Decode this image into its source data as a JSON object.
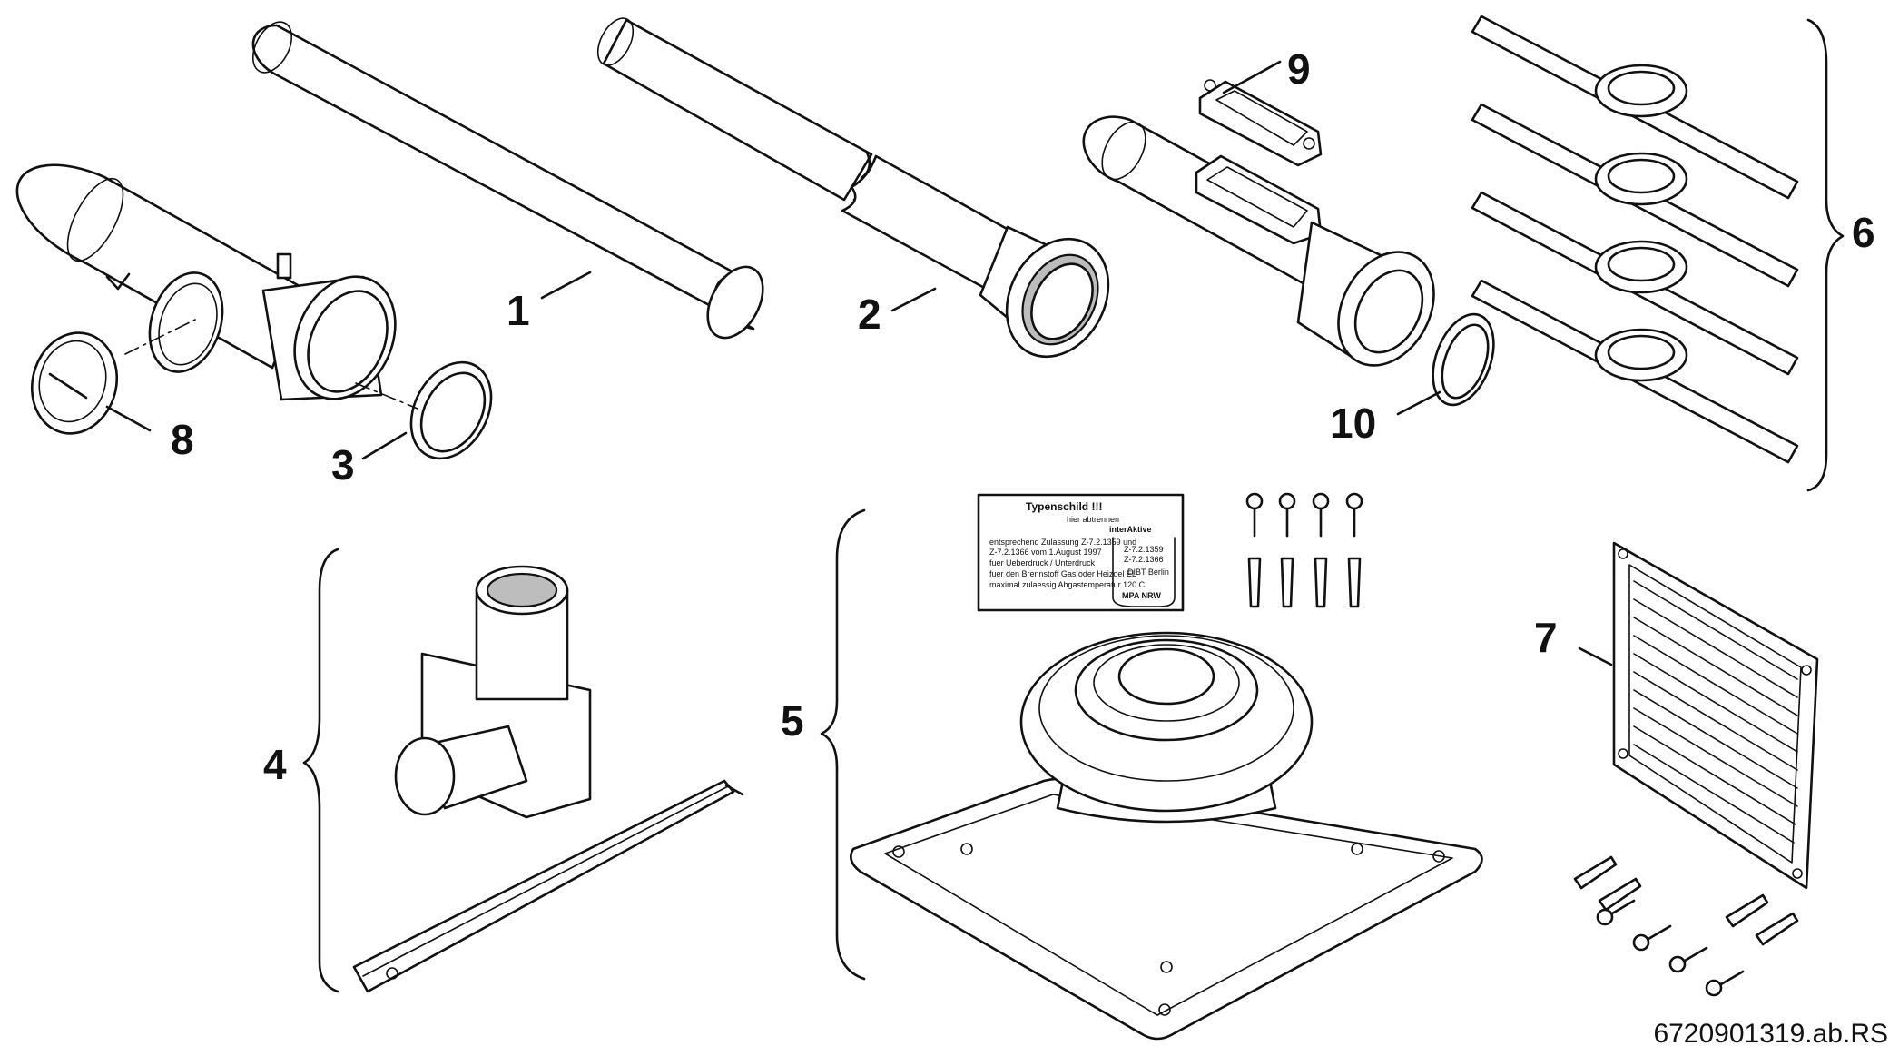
{
  "callouts": {
    "c1": "1",
    "c2": "2",
    "c3": "3",
    "c4": "4",
    "c5": "5",
    "c6": "6",
    "c7": "7",
    "c8": "8",
    "c9": "9",
    "c10": "10"
  },
  "type_label": {
    "title": "Typenschild !!!",
    "subtitle": "hier abtrennen",
    "lines": [
      "entsprechend Zulassung Z-7.2.1359 und",
      "Z-7.2.1366 vom 1.August 1997",
      "fuer Ueberdruck / Unterdruck",
      "fuer den Brennstoff Gas oder Heizoel EL",
      "maximal zulaessig Abgastemperatur 120 C"
    ],
    "brand": "interAktive",
    "approval_1": "Z-7.2.1359",
    "approval_2": "Z-7.2.1366",
    "authority": "DIBT Berlin",
    "test_mark": "MPA NRW"
  },
  "reference_number": "6720901319.ab.RS"
}
